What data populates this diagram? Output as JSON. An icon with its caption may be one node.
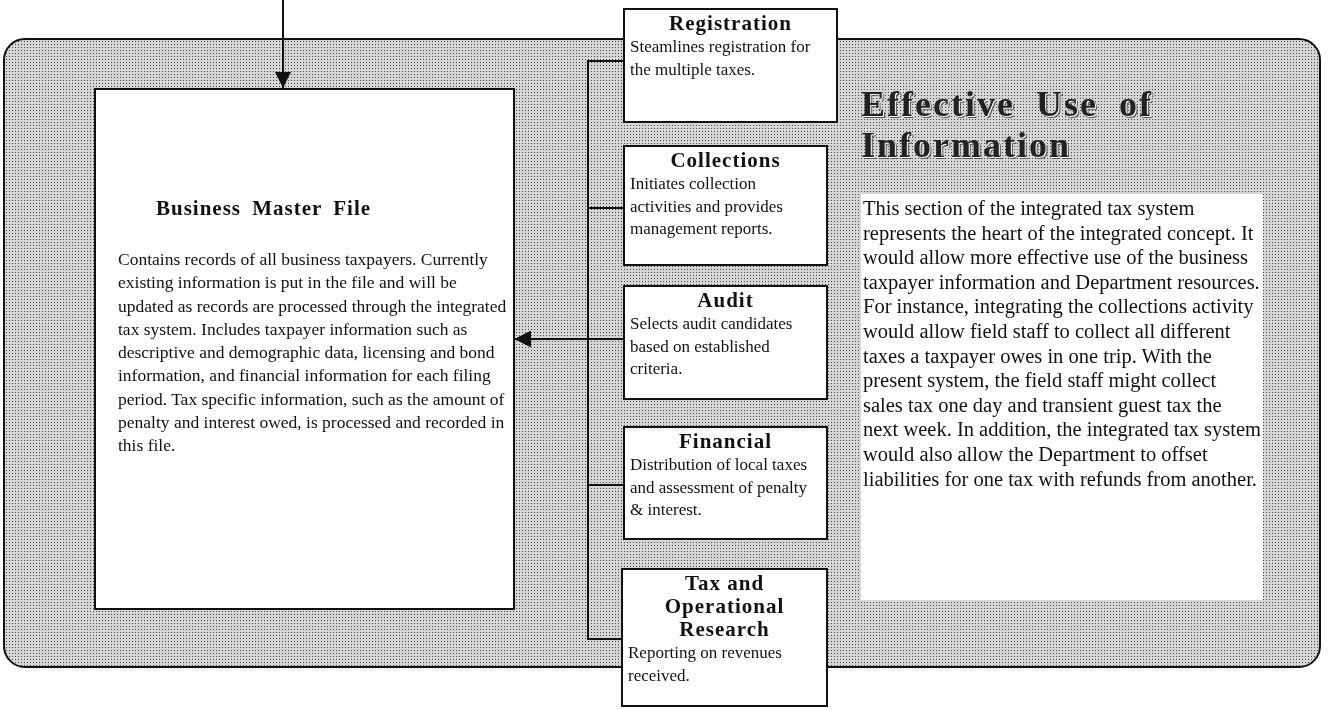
{
  "diagram": {
    "nodes": [
      {
        "text": [
          "Effective Use of Information",
          "This section of the integrated tax system represents the heart of the integrated concept. It would allow more effective use of the business taxpayer information and Department resources.  For instance, integrating the collections activity would allow field staff to collect all different taxes a taxpayer owes in one trip.  With the present system, the field staff might collect sales tax one day and transient guest tax the next week.  In addition, the integrated tax system would also allow the Department to offset liabilities for one tax with refunds from another."
        ]
      },
      {
        "text": [
          "Business Master File",
          "Contains records of all business taxpayers. Currently existing information is put in the file and will be updated as records are processed through the integrated tax system. Includes taxpayer information such as descriptive and demographic data, licensing and bond information, and financial information for each filing period.  Tax specific information, such as the amount of penalty and interest owed, is processed and recorded in this file."
        ],
        "in": 0
      },
      {
        "text": [
          "Registration",
          "Steamlines registration for the multiple taxes."
        ]
      },
      {
        "text": [
          "Collections",
          "Initiates collection activities and provides management reports."
        ],
        "in": 0
      },
      {
        "text": [
          "Audit",
          "Selects audit candidates based on established criteria."
        ],
        "in": 0
      },
      {
        "text": [
          "Financial",
          "Distribution of local taxes and assessment of penalty & interest."
        ],
        "in": 0
      },
      {
        "text": [
          "Tax and Operational Research",
          "Reporting on revenues received."
        ]
      }
    ],
    "edges": [
      {
        "from": null,
        "to": 1,
        "arrow": "to"
      },
      {
        "from": 2,
        "to": 1,
        "arrow": "to"
      },
      {
        "from": 3,
        "to": 1,
        "arrow": "to"
      },
      {
        "from": 4,
        "to": 1,
        "arrow": "to"
      },
      {
        "from": 5,
        "to": 1,
        "arrow": "to"
      },
      {
        "from": 6,
        "to": 1,
        "arrow": "to"
      }
    ]
  }
}
